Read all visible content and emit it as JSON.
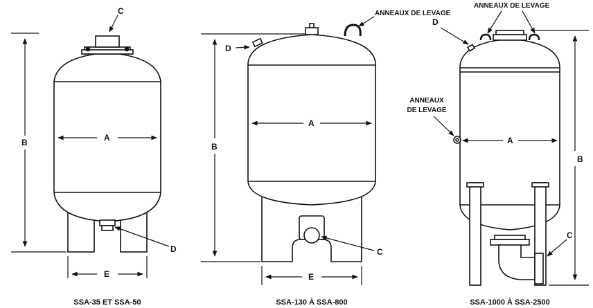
{
  "colors": {
    "line": "#111111",
    "fill": "#ffffff"
  },
  "labels": {
    "a": "A",
    "b": "B",
    "c": "C",
    "d": "D",
    "e": "E"
  },
  "lifting_lugs": "ANNEAUX DE LEVAGE",
  "lifting_lugs_line1": "ANNEAUX",
  "lifting_lugs_line2": "DE LEVAGE",
  "tanks": [
    {
      "caption": "SSA-35 ET SSA-50"
    },
    {
      "caption": "SSA-130 À SSA-800"
    },
    {
      "caption": "SSA-1000 À SSA-2500"
    }
  ]
}
